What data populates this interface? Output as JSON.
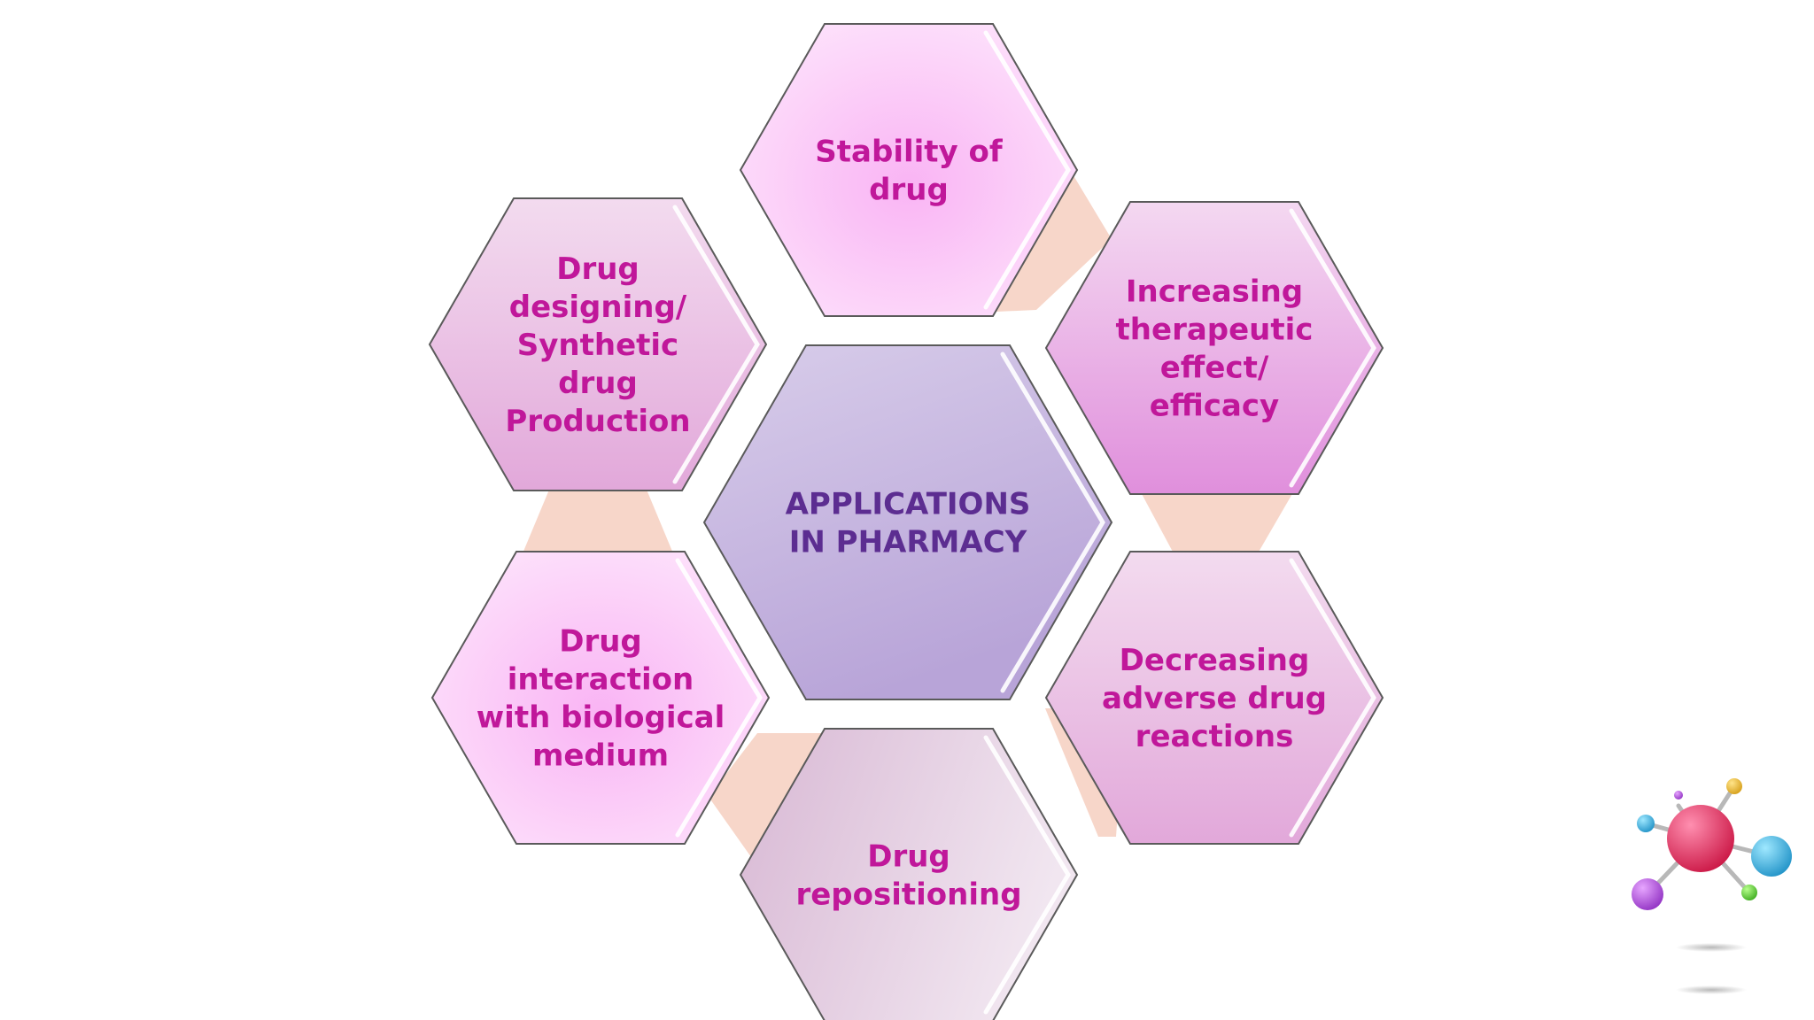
{
  "diagram": {
    "center": {
      "lines": [
        "APPLICATIONS",
        "IN PHARMACY"
      ],
      "text_color": "#5c2d91"
    },
    "nodes": [
      {
        "id": "stability",
        "lines": [
          "Stability of",
          "drug"
        ]
      },
      {
        "id": "efficacy",
        "lines": [
          "Increasing",
          "therapeutic",
          "effect/",
          "efficacy"
        ]
      },
      {
        "id": "adverse",
        "lines": [
          "Decreasing",
          "adverse drug",
          "reactions"
        ]
      },
      {
        "id": "repositioning",
        "lines": [
          "Drug",
          "repositioning"
        ]
      },
      {
        "id": "interaction",
        "lines": [
          "Drug",
          "interaction",
          "with biological",
          "medium"
        ]
      },
      {
        "id": "designing",
        "lines": [
          "Drug",
          "designing/",
          "Synthetic",
          "drug",
          "Production"
        ]
      }
    ],
    "colors": {
      "node_text": "#c0179a",
      "connector": "#f6cfc0",
      "outline": "#5a5a5a"
    }
  },
  "decoration": {
    "icon": "molecule-icon"
  }
}
